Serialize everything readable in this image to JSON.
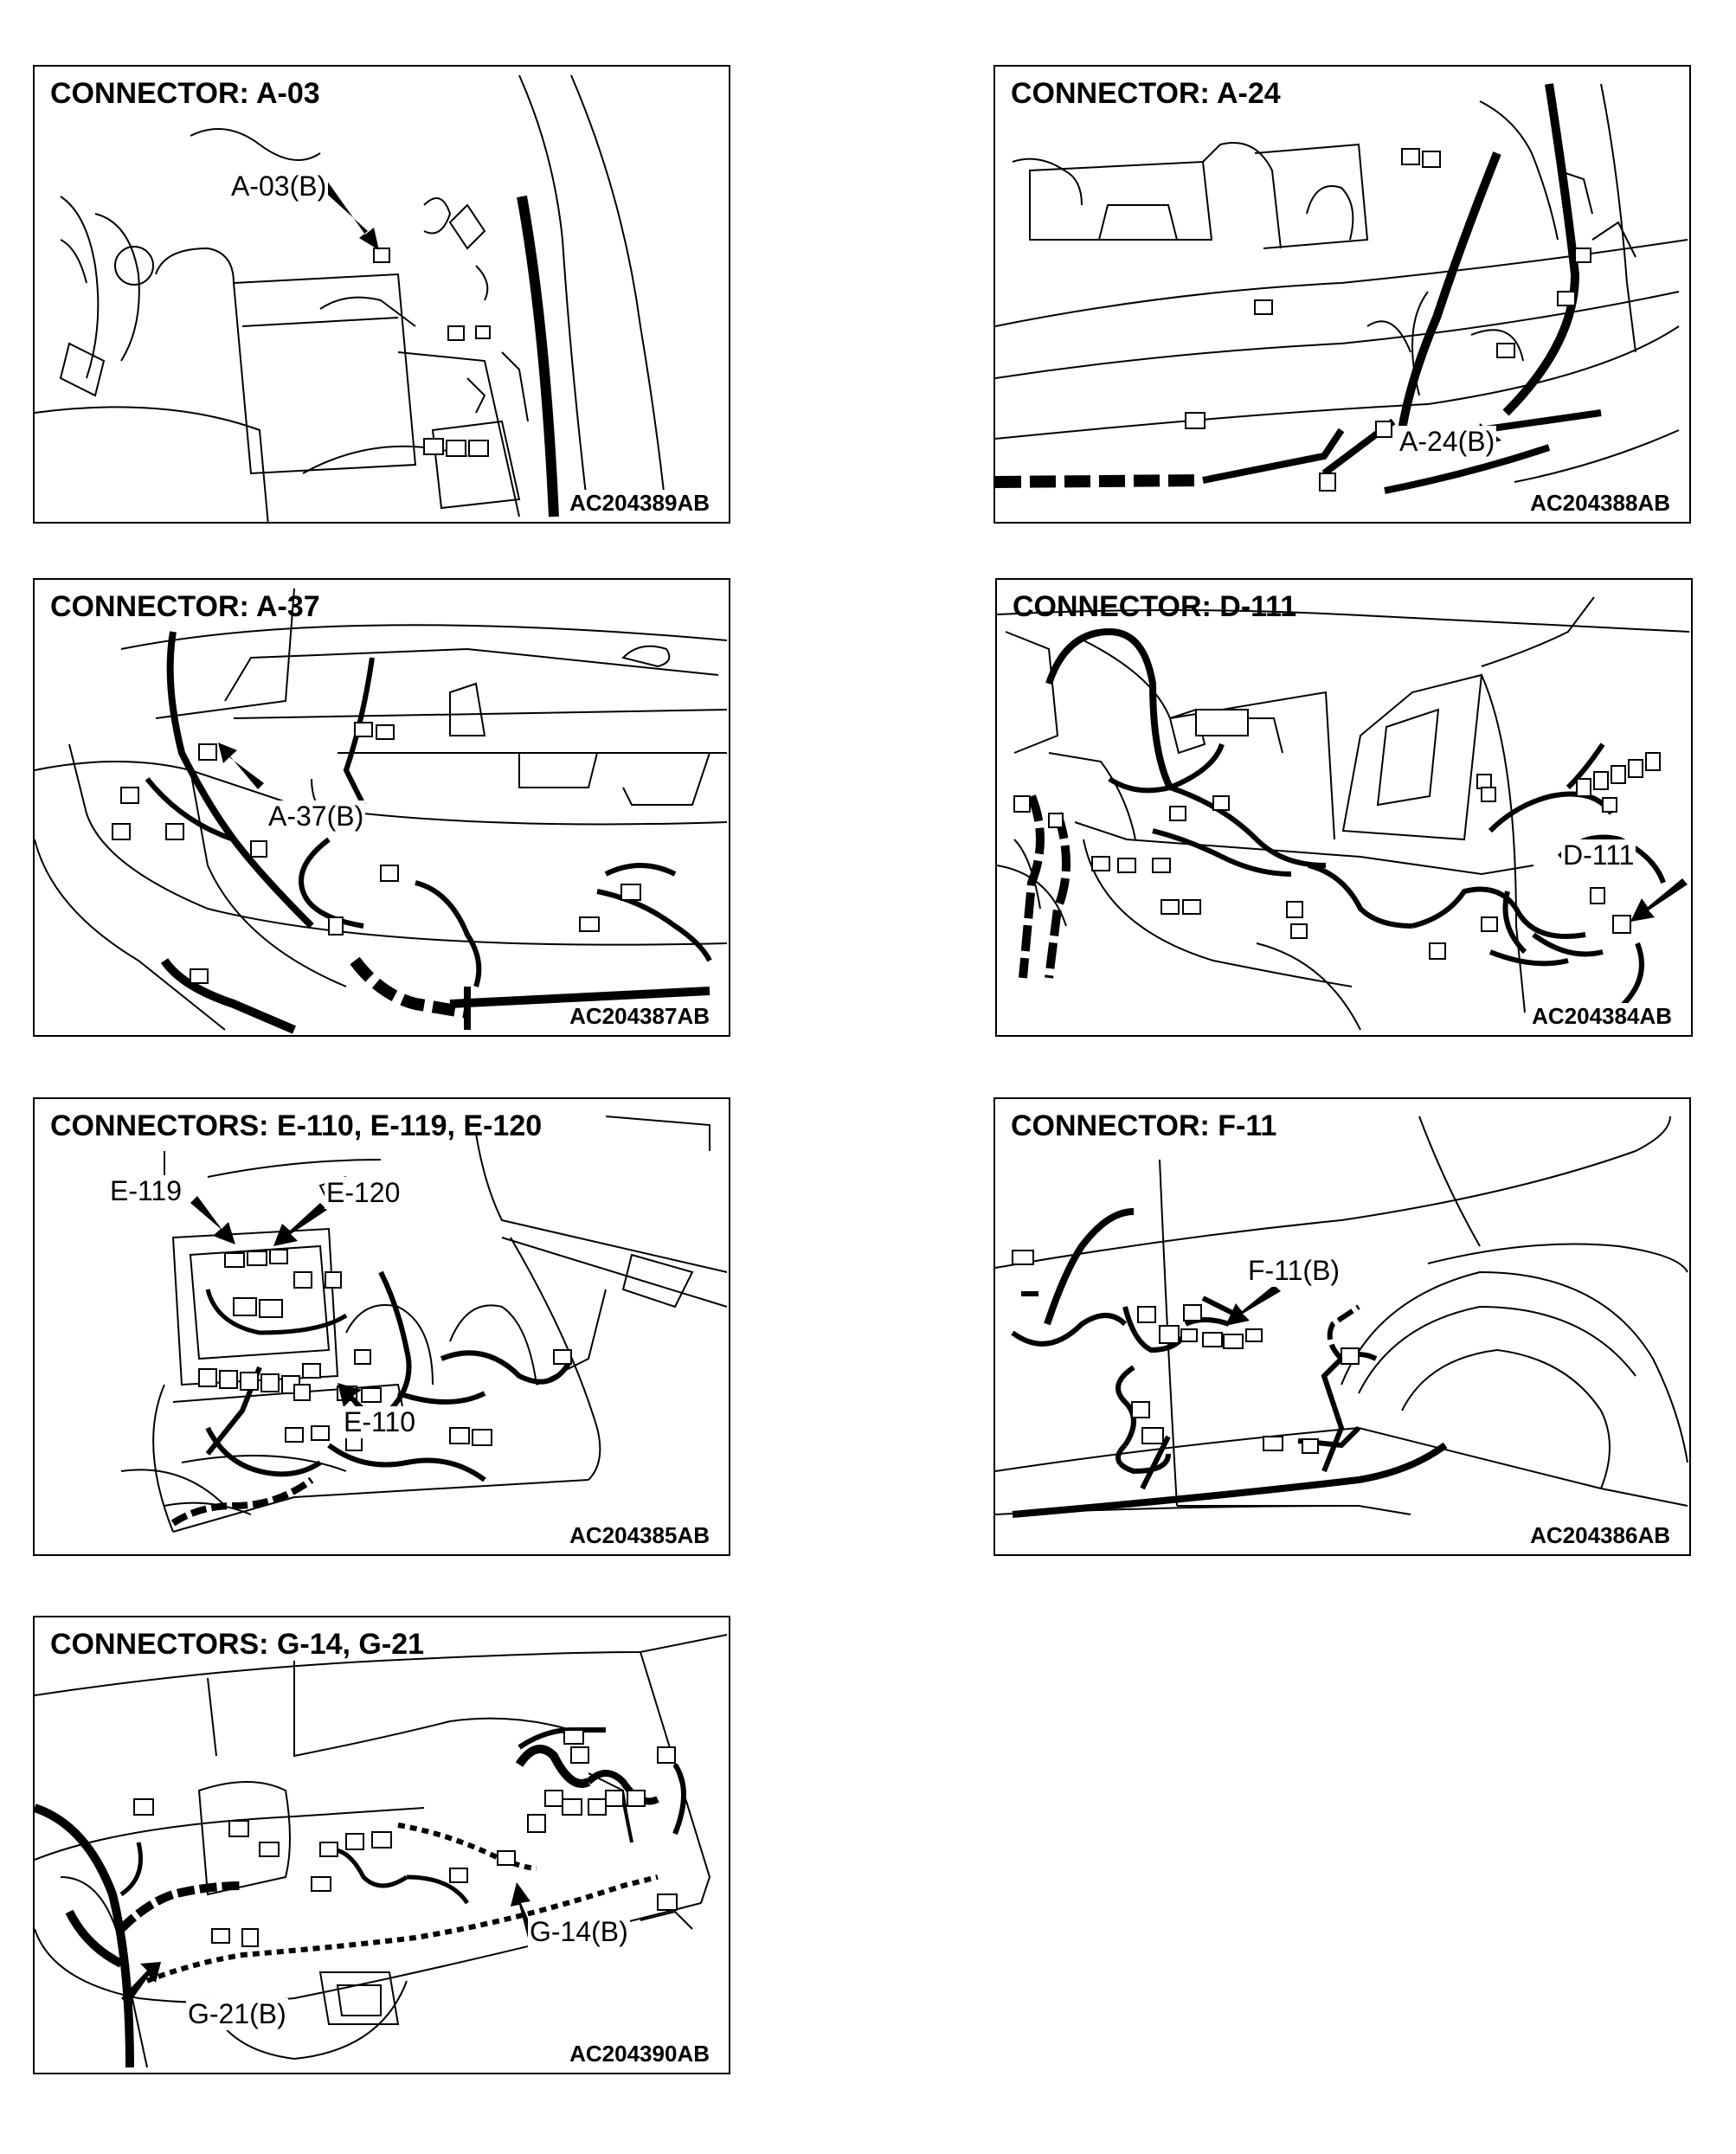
{
  "panels": {
    "a03": {
      "title": "CONNECTOR: A-03",
      "code": "AC204389AB",
      "callouts": [
        "A-03(B)"
      ]
    },
    "a24": {
      "title": "CONNECTOR: A-24",
      "code": "AC204388AB",
      "callouts": [
        "A-24(B)"
      ]
    },
    "a37": {
      "title": "CONNECTOR: A-37",
      "code": "AC204387AB",
      "callouts": [
        "A-37(B)"
      ]
    },
    "d111": {
      "title": "CONNECTOR: D-111",
      "code": "AC204384AB",
      "callouts": [
        "D-111"
      ]
    },
    "e110": {
      "title": "CONNECTORS: E-110, E-119, E-120",
      "code": "AC204385AB",
      "callouts": [
        "E-119",
        "E-120",
        "E-110"
      ]
    },
    "f11": {
      "title": "CONNECTOR: F-11",
      "code": "AC204386AB",
      "callouts": [
        "F-11(B)"
      ]
    },
    "g14": {
      "title": "CONNECTORS: G-14, G-21",
      "code": "AC204390AB",
      "callouts": [
        "G-14(B)",
        "G-21(B)"
      ]
    }
  }
}
